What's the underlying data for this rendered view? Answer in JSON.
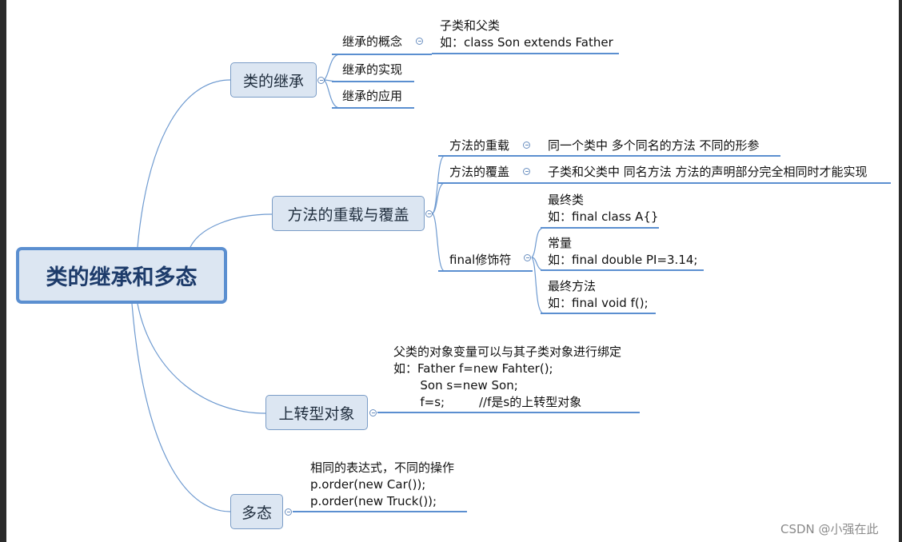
{
  "root": "类的继承和多态",
  "branches": {
    "inherit": {
      "title": "类的继承",
      "children": [
        "继承的概念",
        "继承的实现",
        "继承的应用"
      ],
      "concept_note": [
        "子类和父类",
        "如：class Son extends Father"
      ]
    },
    "overload": {
      "title": "方法的重载与覆盖",
      "children": [
        "方法的重载",
        "方法的覆盖",
        "final修饰符"
      ],
      "overload_note": "同一个类中  多个同名的方法 不同的形参",
      "override_note": "子类和父类中 同名方法  方法的声明部分完全相同时才能实现",
      "final_items": [
        [
          "最终类",
          "如：final class A{}"
        ],
        [
          "常量",
          "如：final double PI=3.14;"
        ],
        [
          "最终方法",
          "如：final void f();"
        ]
      ]
    },
    "upcast": {
      "title": "上转型对象",
      "note": [
        "父类的对象变量可以与其子类对象进行绑定",
        "如：Father f=new Fahter();",
        "       Son s=new Son;",
        "       f=s;         //f是s的上转型对象"
      ]
    },
    "poly": {
      "title": "多态",
      "note": [
        "相同的表达式，不同的操作",
        "p.order(new Car());",
        "p.order(new Truck());"
      ]
    }
  },
  "watermark": "CSDN @小强在此",
  "colors": {
    "line": "#5b8fd0",
    "node_fill": "#dce6f2",
    "node_border": "#7a9cc6",
    "root_border": "#5b8fd0"
  }
}
